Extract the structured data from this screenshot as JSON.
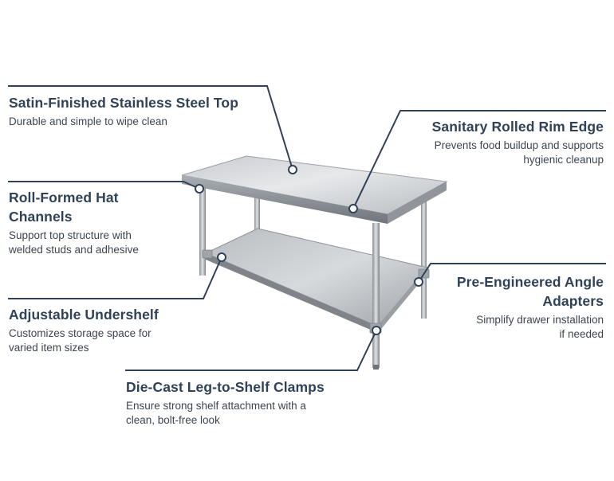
{
  "features": {
    "steel_top": {
      "title": "Satin-Finished Stainless Steel Top",
      "desc": "Durable and simple to wipe clean"
    },
    "rolled_rim": {
      "title": "Sanitary Rolled Rim Edge",
      "desc_line1": "Prevents food buildup and supports",
      "desc_line2": "hygienic cleanup"
    },
    "hat_channels": {
      "title_line1": "Roll-Formed Hat",
      "title_line2": "Channels",
      "desc_line1": "Support top structure with",
      "desc_line2": "welded studs and adhesive"
    },
    "angle_adapters": {
      "title_line1": "Pre-Engineered Angle",
      "title_line2": "Adapters",
      "desc_line1": "Simplify drawer installation",
      "desc_line2": "if needed"
    },
    "undershelf": {
      "title": "Adjustable Undershelf",
      "desc_line1": "Customizes storage space for",
      "desc_line2": "varied item sizes"
    },
    "clamps": {
      "title": "Die-Cast Leg-to-Shelf Clamps",
      "desc_line1": "Ensure strong shelf attachment with a",
      "desc_line2": "clean, bolt-free look"
    }
  },
  "colors": {
    "callout_line": "#2f4257",
    "heading": "#2f4257",
    "body_text": "#3d4550",
    "steel_light": "#d9dcdf",
    "steel_dark": "#8d9398"
  }
}
